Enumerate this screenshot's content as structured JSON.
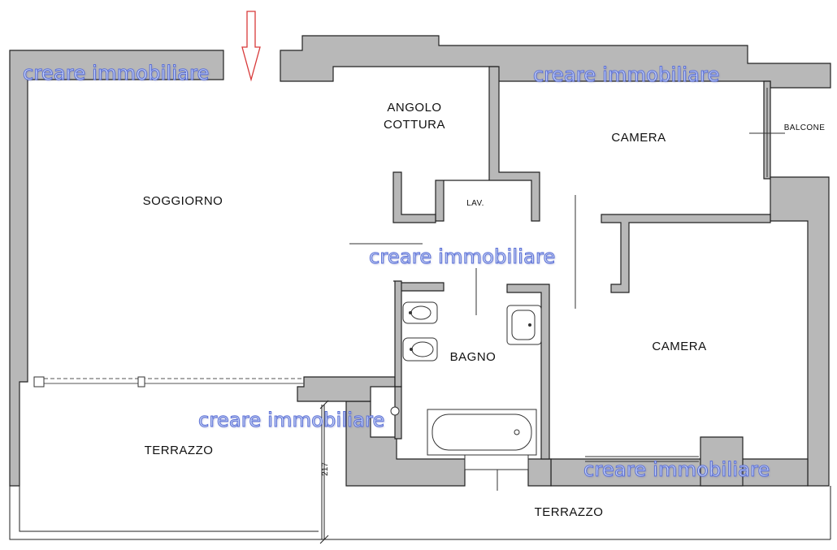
{
  "rooms": {
    "angolo_cottura_line1": "ANGOLO",
    "angolo_cottura_line2": "COTTURA",
    "soggiorno": "SOGGIORNO",
    "camera_top": "CAMERA",
    "camera_bottom": "CAMERA",
    "balcone": "BALCONE",
    "lav": "LAV.",
    "bagno": "BAGNO",
    "terrazzo_left": "TERRAZZO",
    "terrazzo_bottom": "TERRAZZO"
  },
  "dimension": "217",
  "watermark": {
    "text": "creare immobiliare",
    "fill_color": "#c9d6f6",
    "stroke_color": "#5b6fd6"
  },
  "colors": {
    "wall": "#b8b8b8",
    "wall_outline": "#222222",
    "entrance_arrow": "#d83a3a"
  },
  "icons": {
    "entrance": "down-arrow-icon"
  }
}
